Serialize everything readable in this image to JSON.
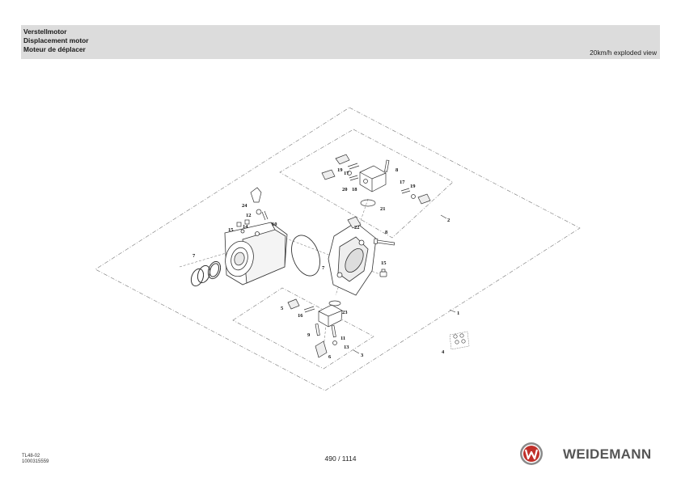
{
  "header": {
    "title_de": "Verstellmotor",
    "title_en": "Displacement motor",
    "title_fr": "Moteur de déplacer",
    "view_label": "20km/h exploded view"
  },
  "footer": {
    "model_code": "TL48-02",
    "part_number": "1000315559",
    "page": "490 / 1114",
    "brand": "WEIDEMANN"
  },
  "callouts": {
    "n1": "1",
    "n2": "2",
    "n3": "3",
    "n4": "4",
    "n5": "5",
    "n6": "6",
    "n7a": "7",
    "n7b": "7",
    "n8a": "8",
    "n8b": "8",
    "n9": "9",
    "n10": "10",
    "n11": "11",
    "n12": "12",
    "n13": "13",
    "n14": "14",
    "n15a": "15",
    "n15b": "15",
    "n16": "16",
    "n17a": "17",
    "n17b": "17",
    "n18": "18",
    "n19a": "19",
    "n19b": "19",
    "n20": "20",
    "n21": "21",
    "n22": "22",
    "n23": "23",
    "n24": "24"
  },
  "colors": {
    "header_bg": "#dcdcdc",
    "brand_red": "#c0302a",
    "brand_grey": "#555555",
    "line": "#555555"
  }
}
